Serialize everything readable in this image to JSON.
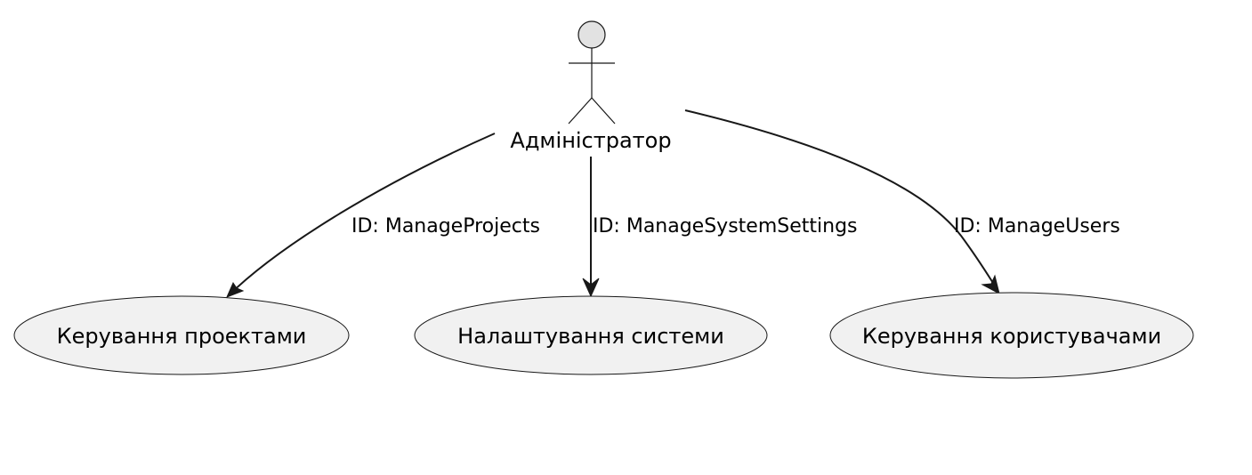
{
  "diagram": {
    "type": "use-case",
    "actor": {
      "name": "Адміністратор",
      "icon": "stick-figure-actor-icon"
    },
    "use_cases": [
      {
        "label": "Керування проектами"
      },
      {
        "label": "Налаштування системи"
      },
      {
        "label": "Керування користувачами"
      }
    ],
    "relations": [
      {
        "from": "Адміністратор",
        "to": "Керування проектами",
        "label": "ID: ManageProjects"
      },
      {
        "from": "Адміністратор",
        "to": "Налаштування системи",
        "label": "ID: ManageSystemSettings"
      },
      {
        "from": "Адміністратор",
        "to": "Керування користувачами",
        "label": "ID: ManageUsers"
      }
    ],
    "colors": {
      "usecase_fill": "#f1f1f1",
      "actor_head_fill": "#e2e2e2",
      "line": "#181818",
      "background": "#ffffff"
    }
  }
}
